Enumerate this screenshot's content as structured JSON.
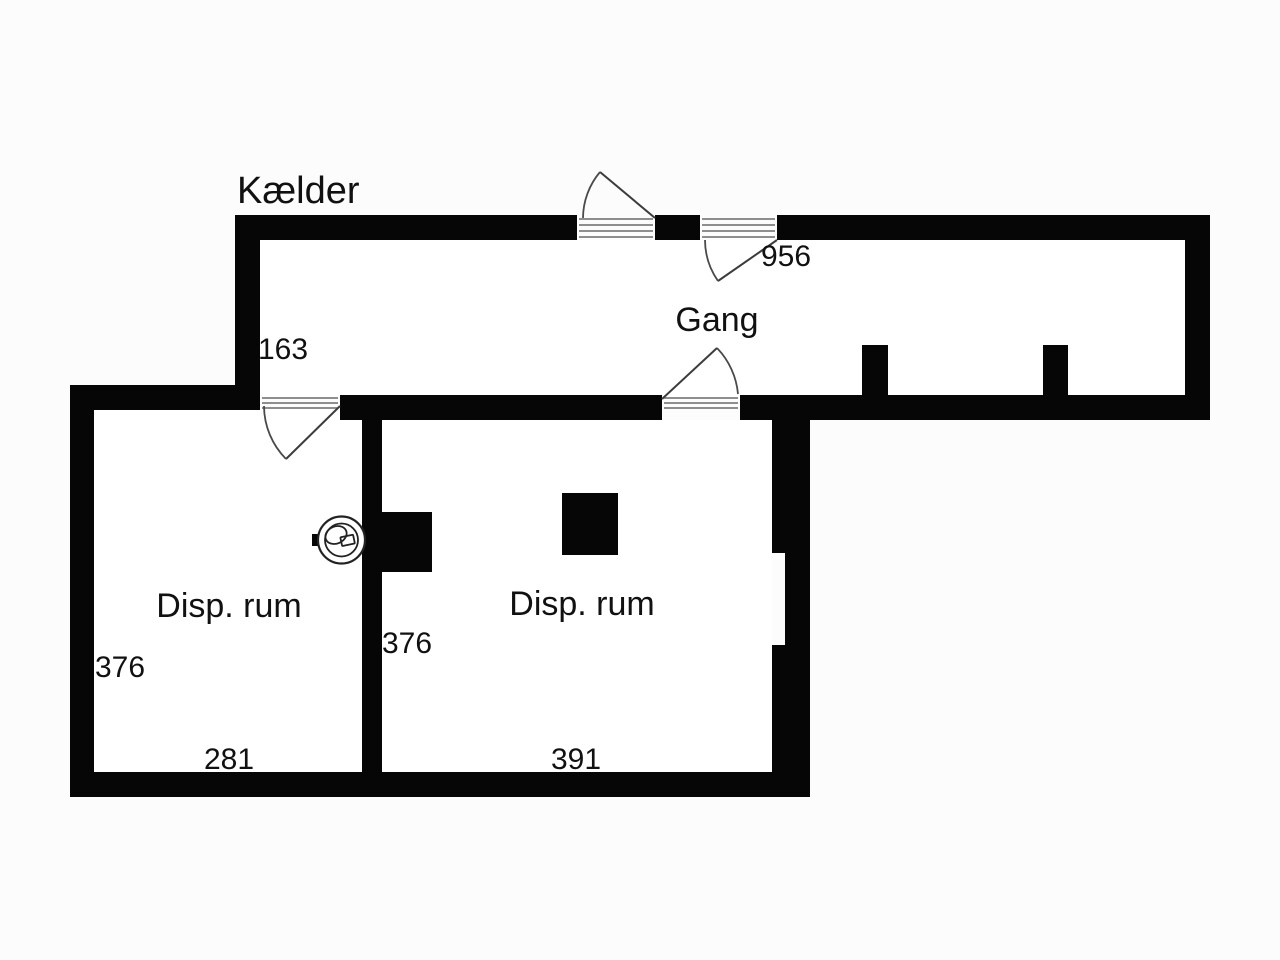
{
  "floorplan": {
    "title": "Kælder",
    "corridor": {
      "name": "Gang",
      "length_label": "956",
      "width_label": "163"
    },
    "room_left": {
      "name": "Disp. rum",
      "width_label": "281",
      "depth_label": "376"
    },
    "room_right": {
      "name": "Disp. rum",
      "width_label": "391",
      "depth_label": "376"
    },
    "icons": [
      "lamp-outlet-icon",
      "chimney-block",
      "duct-block",
      "door-swing-arc"
    ],
    "colors": {
      "wall": "#060606",
      "background": "#fcfcfc",
      "room_fill": "#ffffff",
      "door_line": "#3c3c3c",
      "text": "#111111"
    }
  }
}
